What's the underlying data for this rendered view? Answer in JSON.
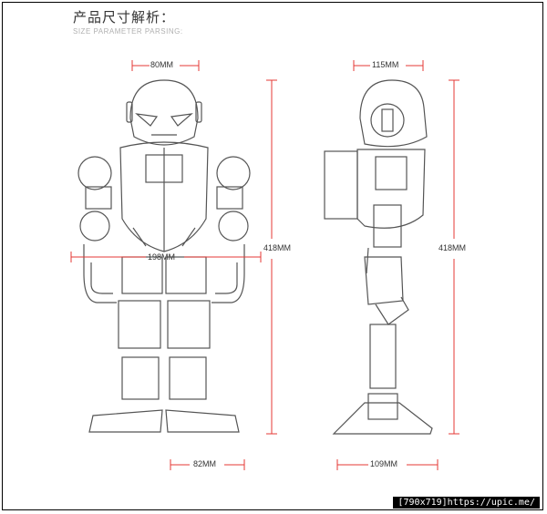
{
  "header": {
    "title_cn": "产品尺寸解析：",
    "title_en": "SIZE PARAMETER PARSING:"
  },
  "front_view": {
    "head_width": "80MM",
    "height": "418MM",
    "shoulder_width": "198MM",
    "foot_width": "82MM"
  },
  "side_view": {
    "head_depth": "115MM",
    "height": "418MM",
    "foot_depth": "109MM"
  },
  "watermark": "[790x719]https://upic.me/",
  "colors": {
    "dimension_line": "#e53935",
    "outline": "#555555"
  }
}
